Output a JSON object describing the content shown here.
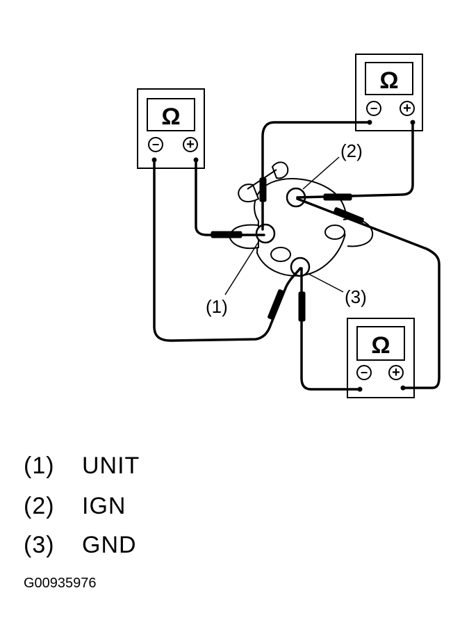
{
  "meters": [
    {
      "omega": "Ω",
      "minus": "−",
      "plus": "+"
    },
    {
      "omega": "Ω",
      "minus": "−",
      "plus": "+"
    },
    {
      "omega": "Ω",
      "minus": "−",
      "plus": "+"
    }
  ],
  "terminal_callouts": [
    {
      "label": "(1)"
    },
    {
      "label": "(2)"
    },
    {
      "label": "(3)"
    }
  ],
  "legend": [
    {
      "num": "(1)",
      "text": "UNIT"
    },
    {
      "num": "(2)",
      "text": "IGN"
    },
    {
      "num": "(3)",
      "text": "GND"
    }
  ],
  "figure_id": "G00935976"
}
